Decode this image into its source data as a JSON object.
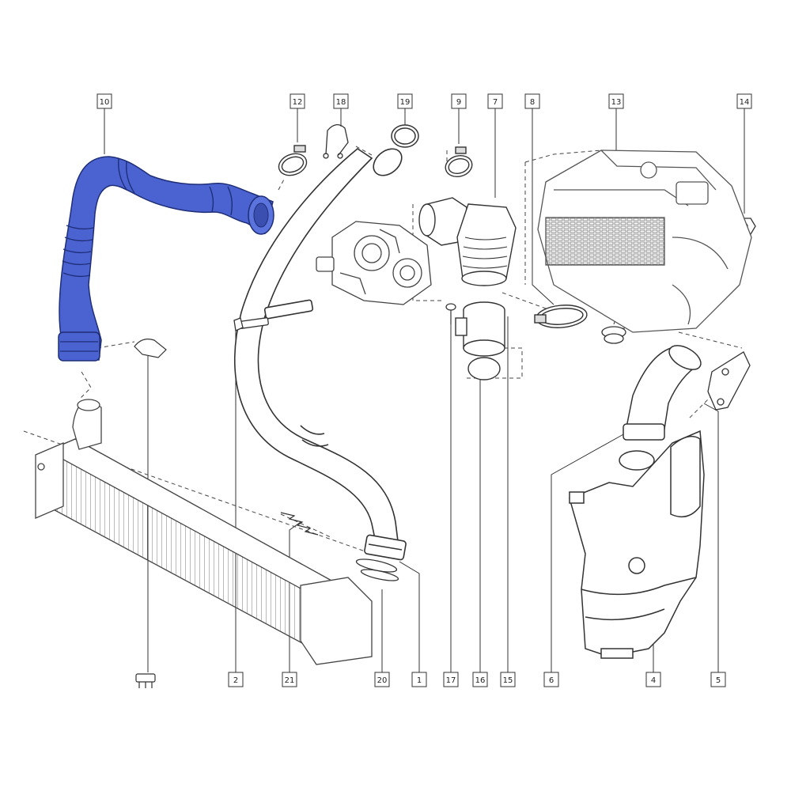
{
  "diagram": {
    "highlight_color": "#4a63d0",
    "line_color": "#333333",
    "top_callouts": [
      "10",
      "12",
      "18",
      "19",
      "9",
      "7",
      "8",
      "13",
      "14"
    ],
    "bottom_callouts": [
      "2",
      "21",
      "20",
      "1",
      "17",
      "16",
      "15",
      "6",
      "4",
      "5"
    ]
  }
}
